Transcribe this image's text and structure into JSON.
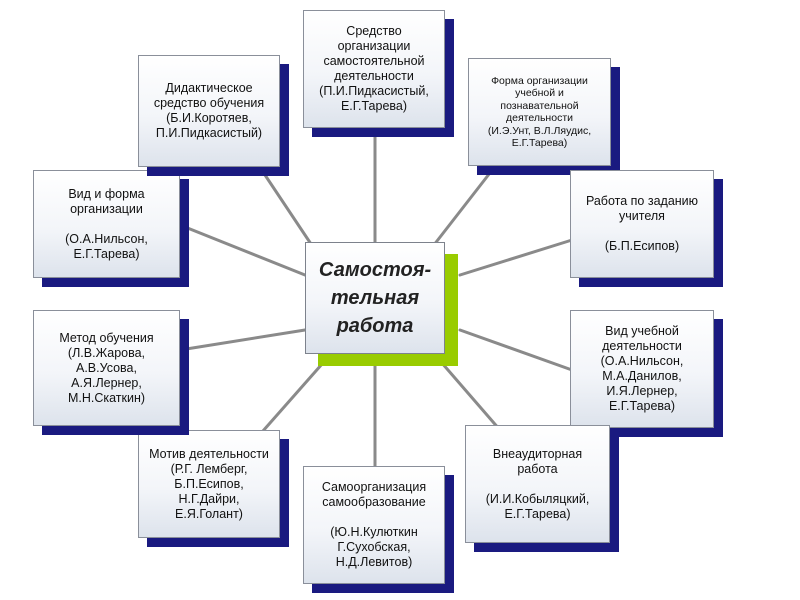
{
  "diagram": {
    "center": {
      "text": "Самостоя-\nтельная\nработа"
    },
    "nodes": [
      {
        "id": "means-of-self-org",
        "text": "Средство\nорганизации\nсамостоятельной\nдеятельности\n(П.И.Пидкасистый,\nЕ.Г.Тарева)"
      },
      {
        "id": "form-of-org",
        "text": "Форма организации\nучебной и\nпознавательной\nдеятельности\n(И.Э.Унт, В.Л.Ляудис,\nЕ.Г.Тарева)"
      },
      {
        "id": "work-by-teacher",
        "text": "Работа по заданию\nучителя\n\n(Б.П.Есипов)"
      },
      {
        "id": "type-of-activity",
        "text": "Вид учебной\nдеятельности\n(О.А.Нильсон,\nМ.А.Данилов,\nИ.Я.Лернер,\nЕ.Г.Тарева)"
      },
      {
        "id": "extracurricular",
        "text": "Внеаудиторная\nработа\n\n(И.И.Кобыляцкий,\nЕ.Г.Тарева)"
      },
      {
        "id": "self-organization",
        "text": "Самоорганизация\nсамообразование\n\n(Ю.Н.Кулюткин\nГ.Сухобская,\nН.Д.Левитов)"
      },
      {
        "id": "motive",
        "text": "Мотив деятельности\n(Р.Г. Лемберг,\nБ.П.Есипов,\nН.Г.Дайри,\nЕ.Я.Голант)"
      },
      {
        "id": "teaching-method",
        "text": "Метод обучения\n(Л.В.Жарова,\nА.В.Усова,\nА.Я.Лернер,\nМ.Н.Скаткин)"
      },
      {
        "id": "kind-and-form",
        "text": "Вид и форма\nорганизации\n\n(О.А.Нильсон,\nЕ.Г.Тарева)"
      },
      {
        "id": "didactic-means",
        "text": "Дидактическое\nсредство обучения\n(Б.И.Коротяев,\nП.И.Пидкасистый)"
      }
    ]
  },
  "colors": {
    "box_shadow": "#1a1a80",
    "center_shadow": "#99cc00",
    "connector": "#8a8a8a",
    "box_border": "#8a8f9a"
  }
}
